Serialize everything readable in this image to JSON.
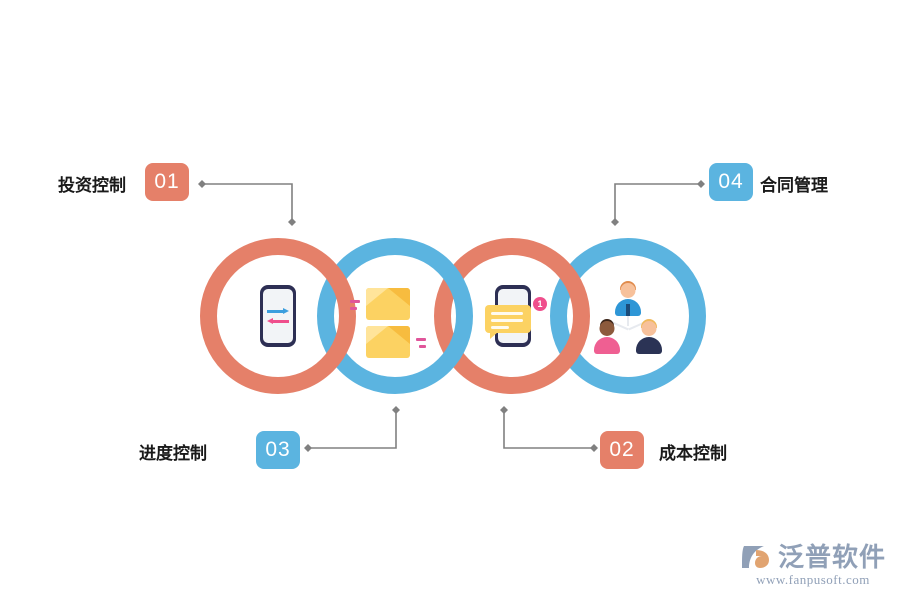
{
  "page": {
    "title": "项目管理四大控制环形图",
    "background_color": "#ffffff"
  },
  "theme": {
    "orange": "#e58069",
    "blue": "#5bb4e0",
    "yellow": "#fcd262",
    "pink": "#ef4e8c",
    "connector_gray": "#808080",
    "watermark_gray": "#8b9bb4"
  },
  "items": [
    {
      "number": "01",
      "label": "投资控制",
      "color": "#e58069",
      "color_name": "orange",
      "icon": "phone-transfer-arrows-icon",
      "position": "top-left"
    },
    {
      "number": "02",
      "label": "成本控制",
      "color": "#e58069",
      "color_name": "orange",
      "icon": "phone-chat-notification-icon",
      "position": "bottom-right"
    },
    {
      "number": "03",
      "label": "进度控制",
      "color": "#5bb4e0",
      "color_name": "blue",
      "icon": "envelopes-icon",
      "position": "bottom-left"
    },
    {
      "number": "04",
      "label": "合同管理",
      "color": "#5bb4e0",
      "color_name": "blue",
      "icon": "team-org-chart-icon",
      "position": "top-right"
    }
  ],
  "rings": [
    {
      "index": 1,
      "color": "#e58069",
      "color_name": "orange",
      "icon": "phone-transfer-arrows-icon"
    },
    {
      "index": 2,
      "color": "#5bb4e0",
      "color_name": "blue",
      "icon": "envelopes-icon"
    },
    {
      "index": 3,
      "color": "#e58069",
      "color_name": "orange",
      "icon": "phone-chat-notification-icon"
    },
    {
      "index": 4,
      "color": "#5bb4e0",
      "color_name": "blue",
      "icon": "team-org-chart-icon"
    }
  ],
  "icons": {
    "notification_count": "1"
  },
  "watermark": {
    "brand": "泛普软件",
    "url": "www.fanpusoft.com",
    "mark": "fanpu-logo-icon"
  }
}
